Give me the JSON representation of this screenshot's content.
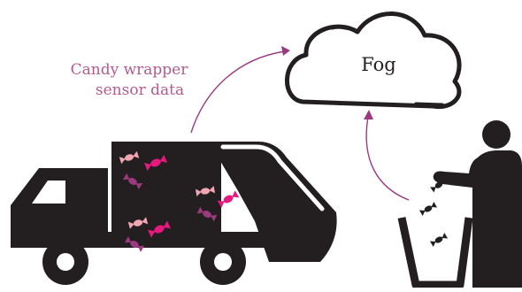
{
  "diagram": {
    "edge_label_line1": "Candy wrapper",
    "edge_label_line2": "sensor data",
    "cloud_label": "Fog"
  },
  "colors": {
    "ink": "#231f20",
    "arrow": "#9c3a7f",
    "label": "#b45a8f",
    "candy_pink": "#e8197e",
    "candy_light": "#f2a6b4",
    "candy_purple": "#9c3a7f"
  },
  "icons": [
    "garbage-truck-icon",
    "cloud-icon",
    "person-icon",
    "trash-can-icon",
    "candy-icon"
  ]
}
